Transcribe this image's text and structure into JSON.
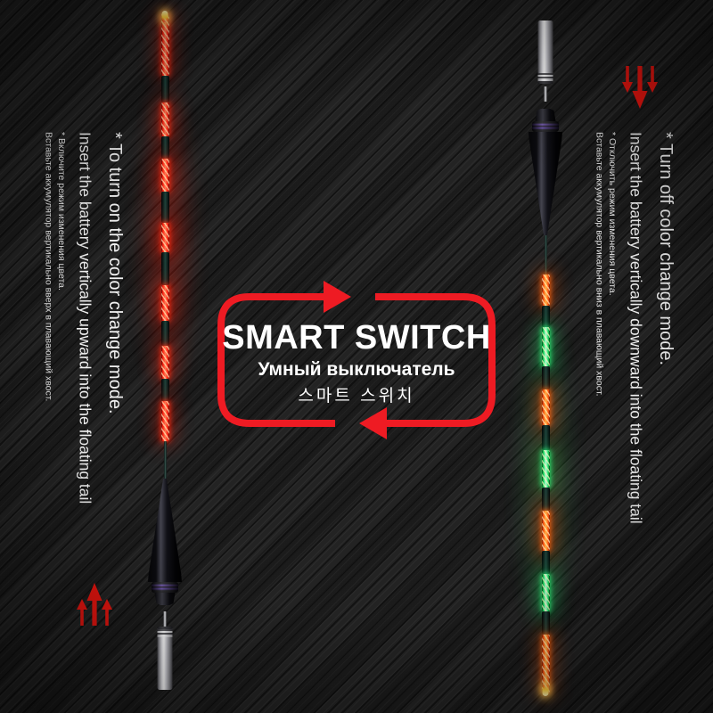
{
  "title": {
    "en": "SMART SWITCH",
    "ru": "Умный выключатель",
    "ko": "스마트 스위치"
  },
  "left_instruction": {
    "en_line1": "* To turn on the color change mode.",
    "en_line2": "Insert the battery vertically upward into the floating tail",
    "ru_line1": "* Включите режим изменения цвета.",
    "ru_line2": "Вставьте аккумулятор вертикально вверх в плавающий хвост."
  },
  "right_instruction": {
    "en_line1": "* Turn off color change mode.",
    "en_line2": "Insert the battery vertically downward into the floating tail",
    "ru_line1": "* Отключить режим изменения цвета.",
    "ru_line2": "Вставьте аккумулятор вертикально вниз в плавающий хвост."
  },
  "colors": {
    "accent_red": "#ee1b23",
    "arrow_red": "#e8150f",
    "led_red": "#ff2211",
    "led_green": "#2de56d",
    "led_orange": "#ff6414",
    "tip_yellow": "#ffd24a",
    "text_white": "#f2f2f2"
  },
  "floats": {
    "left": {
      "label": "red-mode-float",
      "orientation": "tip-up",
      "segments": [
        {
          "c": "red",
          "h": 70,
          "tip": "top"
        },
        {
          "c": "dark",
          "h": 30
        },
        {
          "c": "red",
          "h": 38
        },
        {
          "c": "dark",
          "h": 25
        },
        {
          "c": "red",
          "h": 37
        },
        {
          "c": "dark",
          "h": 35
        },
        {
          "c": "red",
          "h": 33
        },
        {
          "c": "dark",
          "h": 37
        },
        {
          "c": "red",
          "h": 40
        },
        {
          "c": "dark",
          "h": 28
        },
        {
          "c": "red",
          "h": 37
        },
        {
          "c": "dark",
          "h": 25
        },
        {
          "c": "red",
          "h": 45
        },
        {
          "c": "rod",
          "h": 42
        }
      ]
    },
    "right": {
      "label": "multicolor-mode-float",
      "orientation": "tip-down",
      "segments": [
        {
          "c": "rod",
          "h": 44
        },
        {
          "c": "orange",
          "h": 35
        },
        {
          "c": "dark",
          "h": 24
        },
        {
          "c": "green",
          "h": 44
        },
        {
          "c": "dark",
          "h": 26
        },
        {
          "c": "orange",
          "h": 40
        },
        {
          "c": "dark",
          "h": 28
        },
        {
          "c": "green",
          "h": 42
        },
        {
          "c": "dark",
          "h": 26
        },
        {
          "c": "orange",
          "h": 45
        },
        {
          "c": "dark",
          "h": 26
        },
        {
          "c": "green",
          "h": 42
        },
        {
          "c": "dark",
          "h": 26
        },
        {
          "c": "orange",
          "h": 66,
          "tip": "bottom"
        }
      ]
    }
  }
}
